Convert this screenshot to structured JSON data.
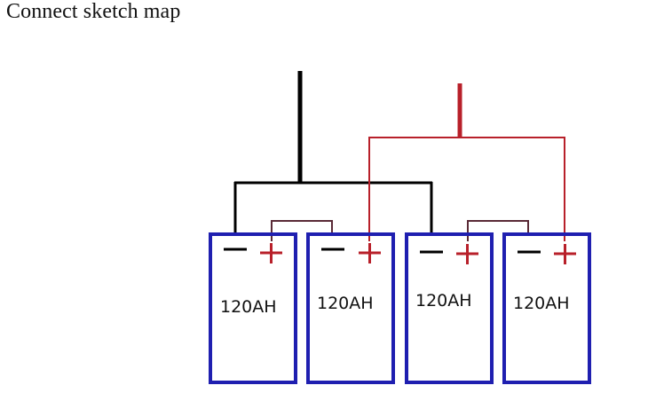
{
  "title": "Connect sketch map",
  "colors": {
    "battery_outline": "#1f1fb0",
    "negative_wire": "#000000",
    "positive_wire": "#b8202a",
    "positive_sign": "#b8202a",
    "negative_sign": "#000000",
    "series_link": "#5a2a36"
  },
  "batteries": [
    {
      "capacity": "120AH",
      "negative_symbol": "−",
      "positive_symbol": "+"
    },
    {
      "capacity": "120AH",
      "negative_symbol": "−",
      "positive_symbol": "+"
    },
    {
      "capacity": "120AH",
      "negative_symbol": "−",
      "positive_symbol": "+"
    },
    {
      "capacity": "120AH",
      "negative_symbol": "−",
      "positive_symbol": "+"
    }
  ]
}
